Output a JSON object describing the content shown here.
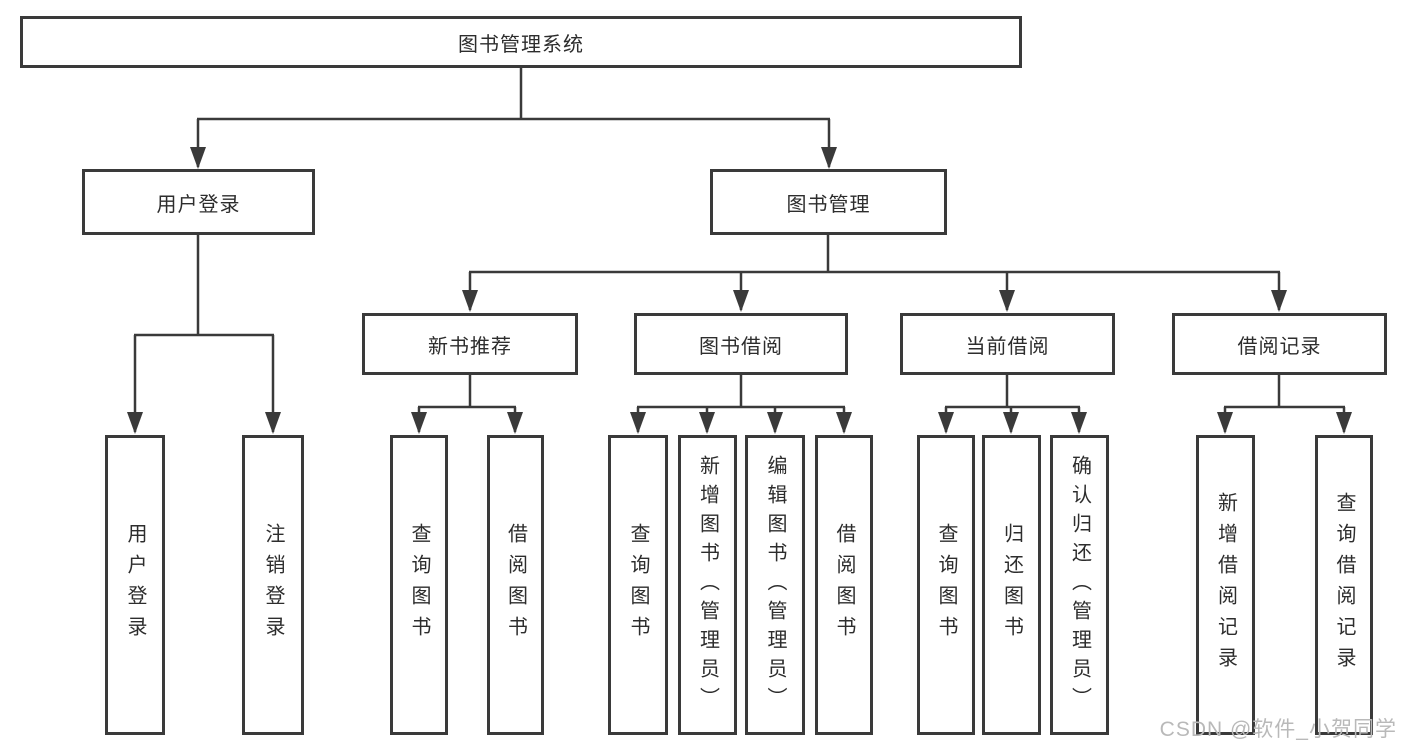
{
  "diagram": {
    "root": {
      "label": "图书管理系统"
    },
    "level2": {
      "user_login": {
        "label": "用户登录",
        "children": {
          "login": {
            "label": "用户登录"
          },
          "logout": {
            "label": "注销登录"
          }
        }
      },
      "book_mgmt": {
        "label": "图书管理",
        "children": {
          "new_book": {
            "label": "新书推荐",
            "children": {
              "query": {
                "label": "查询图书"
              },
              "borrow": {
                "label": "借阅图书"
              }
            }
          },
          "borrowing": {
            "label": "图书借阅",
            "children": {
              "query": {
                "label": "查询图书"
              },
              "add": {
                "label": "新增图书（管理员）"
              },
              "edit": {
                "label": "编辑图书（管理员）"
              },
              "borrow": {
                "label": "借阅图书"
              }
            }
          },
          "current": {
            "label": "当前借阅",
            "children": {
              "query": {
                "label": "查询图书"
              },
              "return": {
                "label": "归还图书"
              },
              "confirm": {
                "label": "确认归还（管理员）"
              }
            }
          },
          "records": {
            "label": "借阅记录",
            "children": {
              "add": {
                "label": "新增借阅记录"
              },
              "query": {
                "label": "查询借阅记录"
              }
            }
          }
        }
      }
    }
  },
  "watermark": {
    "text": "CSDN @软件_小贺同学"
  },
  "colors": {
    "line": "#3a3a3a",
    "border": "#3a3a3a",
    "text": "#2d2d2d",
    "watermark": "#b9b9b9",
    "background": "#ffffff"
  }
}
